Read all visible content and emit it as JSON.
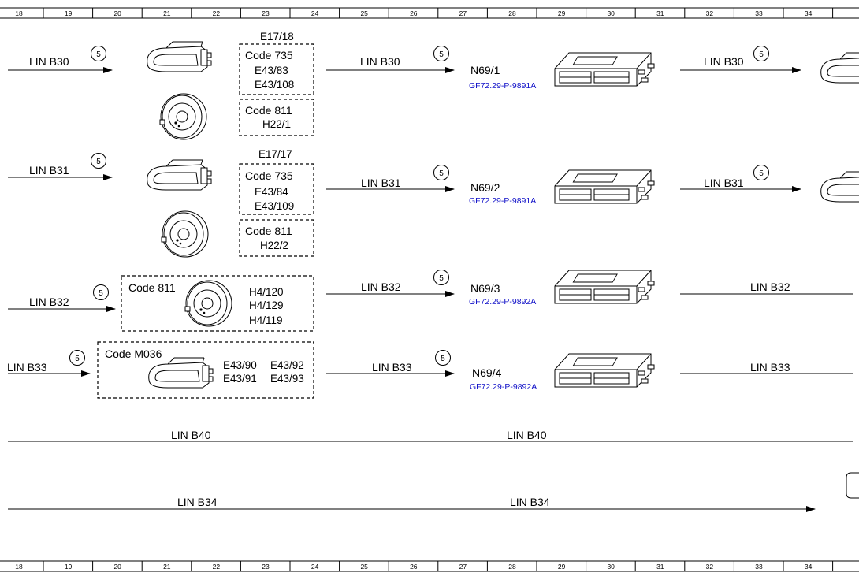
{
  "columns": [
    "18",
    "19",
    "20",
    "21",
    "22",
    "23",
    "24",
    "25",
    "26",
    "27",
    "28",
    "29",
    "30",
    "31",
    "32",
    "33",
    "34"
  ],
  "connector_ref": "5",
  "rows": [
    {
      "bus": "LIN B30",
      "group_title": "E17/18",
      "box_a": {
        "code": "Code 735",
        "items": [
          "E43/83",
          "E43/108"
        ]
      },
      "box_b": {
        "code": "Code 811",
        "items": [
          "H22/1"
        ]
      },
      "bus_mid": "LIN B30",
      "module": "N69/1",
      "ref": "GF72.29-P-9891A",
      "bus_right": "LIN B30"
    },
    {
      "bus": "LIN B31",
      "group_title": "E17/17",
      "box_a": {
        "code": "Code 735",
        "items": [
          "E43/84",
          "E43/109"
        ]
      },
      "box_b": {
        "code": "Code 811",
        "items": [
          "H22/2"
        ]
      },
      "bus_mid": "LIN B31",
      "module": "N69/2",
      "ref": "GF72.29-P-9891A",
      "bus_right": "LIN B31"
    },
    {
      "bus": "LIN B32",
      "box": {
        "code": "Code 811",
        "items": [
          "H4/120",
          "H4/129",
          "H4/119"
        ]
      },
      "bus_mid": "LIN B32",
      "module": "N69/3",
      "ref": "GF72.29-P-9892A",
      "bus_right": "LIN B32"
    },
    {
      "bus": "LIN B33",
      "box": {
        "code": "Code M036",
        "items_left": [
          "E43/90",
          "E43/91"
        ],
        "items_right": [
          "E43/92",
          "E43/93"
        ]
      },
      "bus_mid": "LIN B33",
      "module": "N69/4",
      "ref": "GF72.29-P-9892A",
      "bus_right": "LIN B33"
    }
  ],
  "line_b40": {
    "left": "LIN B40",
    "right": "LIN B40"
  },
  "line_b34": {
    "left": "LIN B34",
    "right": "LIN B34"
  }
}
